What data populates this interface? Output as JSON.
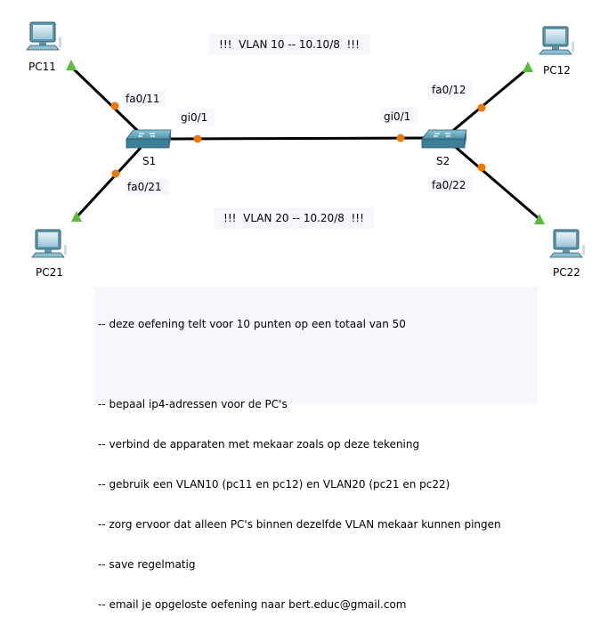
{
  "devices": {
    "pc11": {
      "label": "PC11"
    },
    "pc12": {
      "label": "PC12"
    },
    "pc21": {
      "label": "PC21"
    },
    "pc22": {
      "label": "PC22"
    },
    "s1": {
      "label": "S1"
    },
    "s2": {
      "label": "S2"
    }
  },
  "ports": {
    "s1_fa011": "fa0/11",
    "s1_fa021": "fa0/21",
    "s1_gi01": "gi0/1",
    "s2_gi01": "gi0/1",
    "s2_fa012": "fa0/12",
    "s2_fa022": "fa0/22"
  },
  "notes": {
    "vlan10": "!!!  VLAN 10 -- 10.10/8  !!!",
    "vlan20": "!!!  VLAN 20 -- 10.20/8  !!!",
    "instructions": {
      "line1": "-- deze oefening telt voor 10 punten op een totaal van 50",
      "line2": "-- bepaal ip4-adressen voor de PC's",
      "line3": "-- verbind de apparaten met mekaar zoals op deze tekening",
      "line4": "-- gebruik een VLAN10 (pc11 en pc12) en VLAN20 (pc21 en pc22)",
      "line5": "-- zorg ervoor dat alleen PC's binnen dezelfde VLAN mekaar kunnen pingen",
      "line6": "-- save regelmatig",
      "line7": "-- email je opgeloste oefening naar bert.educ@gmail.com"
    }
  },
  "colors": {
    "link": "#000000",
    "port_dot": "#f07800",
    "link_up": "#5dbb3a",
    "switch": "#5a9fb8",
    "note_bg": "#f5f7fc"
  }
}
